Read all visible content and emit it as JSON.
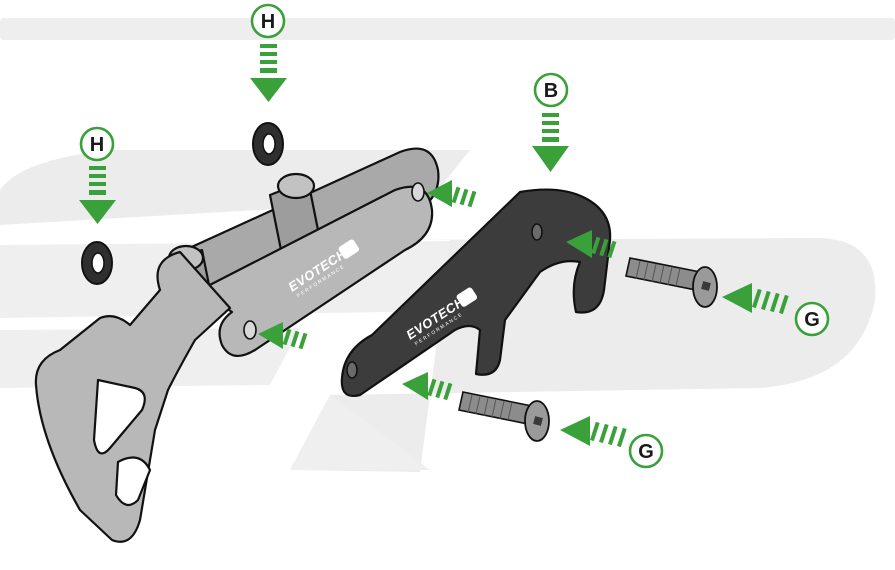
{
  "colors": {
    "accent_green": "#3aa13a",
    "silver_part": "#b5b5b5",
    "black_part": "#3c3c3c",
    "watermark": "#ececec"
  },
  "labels": {
    "h_top": "H",
    "h_left": "H",
    "b": "B",
    "g_right": "G",
    "g_bottom": "G"
  },
  "brand": {
    "silver_logo": "EVOTECH",
    "silver_sub": "PERFORMANCE",
    "black_logo": "EVOTECH",
    "black_sub": "PERFORMANCE"
  }
}
